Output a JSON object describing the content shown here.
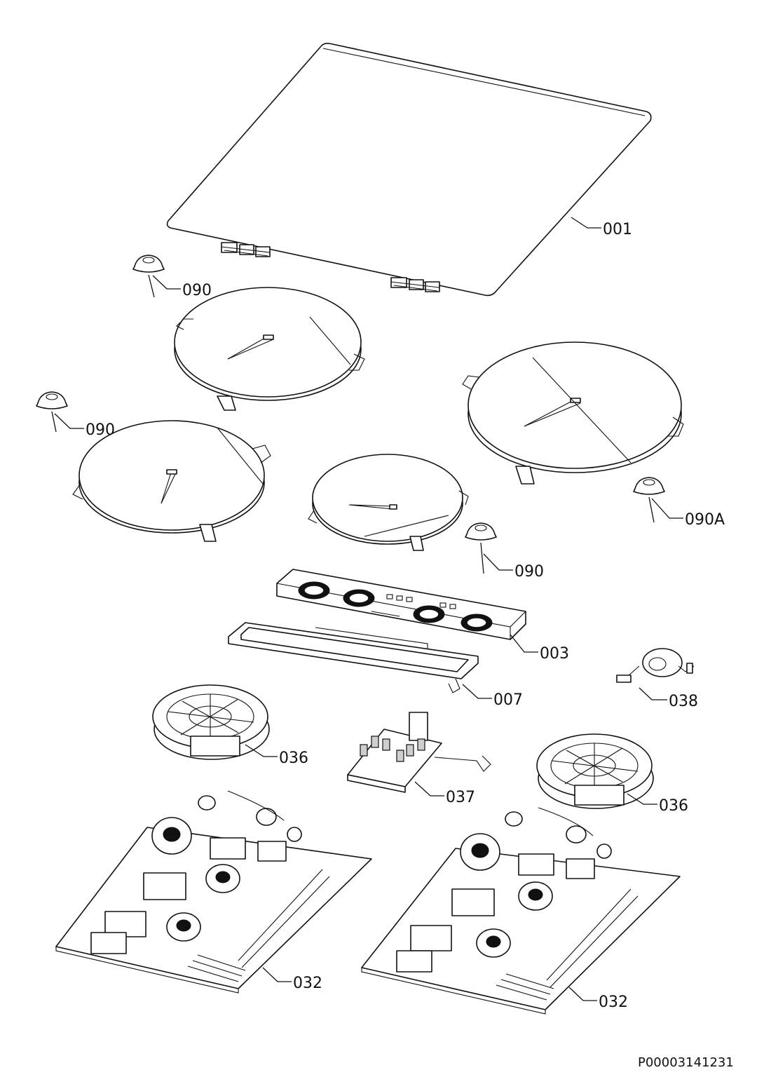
{
  "callouts": {
    "glass_top": "001",
    "foot_upper_left": "090",
    "foot_left": "090",
    "foot_center": "090",
    "foot_right": "090A",
    "control_board": "003",
    "board_frame": "007",
    "ferrite_coil": "038",
    "fan_left": "036",
    "fan_right": "036",
    "terminal_block": "037",
    "power_board_left": "032",
    "power_board_right": "032"
  },
  "drawing_code": "P00003141231"
}
